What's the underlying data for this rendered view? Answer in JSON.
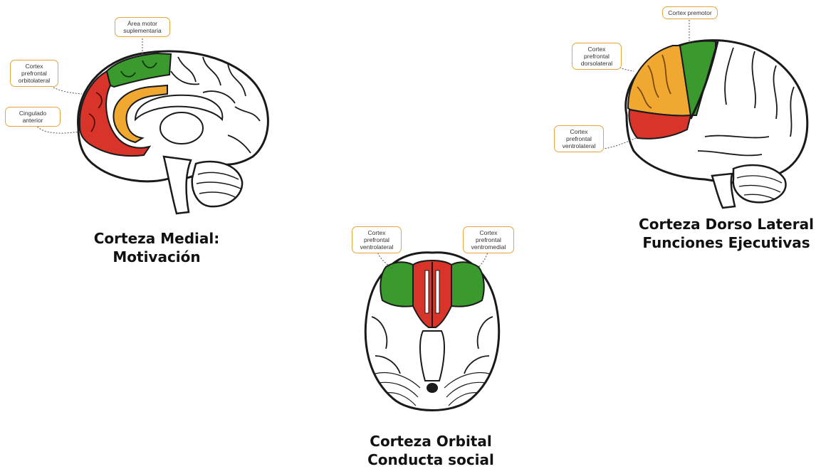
{
  "medial": {
    "caption_line1": "Corteza Medial:",
    "caption_line2": "Motivación",
    "labels": {
      "area_motor": "Área motor suplementaria",
      "orbitolateral": "Cortex prefrontal orbitolateral",
      "cingulado": "Cingulado anterior"
    }
  },
  "orbital": {
    "caption_line1": "Corteza Orbital",
    "caption_line2": "Conducta social",
    "labels": {
      "ventrolateral": "Cortex prefrontal ventrolateral",
      "ventromedial": "Cortex prefrontal ventromedial"
    }
  },
  "dorsolateral": {
    "caption_line1": "Corteza Dorso Lateral",
    "caption_line2": "Funciones Ejecutivas",
    "labels": {
      "premotor": "Cortex premotor",
      "dorsolateral": "Cortex prefrontal dorsolateral",
      "ventrolateral": "Cortex prefrontal ventrolateral"
    }
  },
  "colors": {
    "green": "#3a9a2e",
    "red": "#d9342a",
    "orange": "#f0a830",
    "outline": "#1a1a1a",
    "callout_border": "#e6a63a"
  }
}
